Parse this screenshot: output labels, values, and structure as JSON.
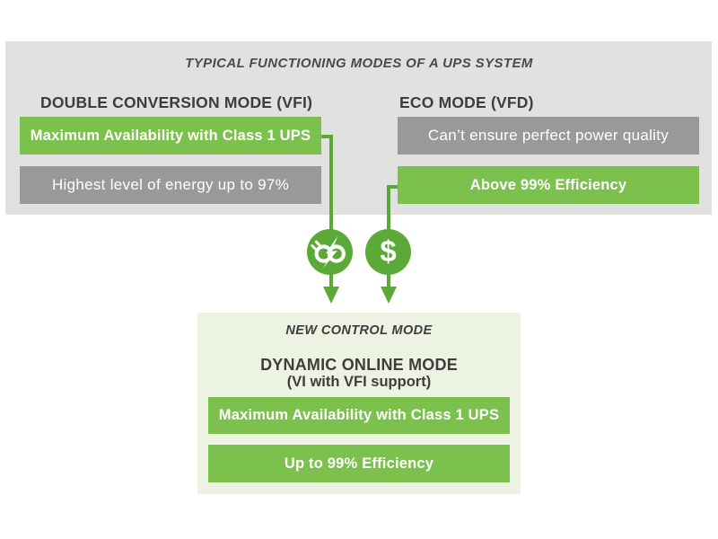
{
  "colors": {
    "bar_green": "#7cc14e",
    "accent_green": "#5baa37",
    "bar_gray": "#97999b",
    "panel_gray": "#e1e1e0",
    "result_bg": "#edf3e2",
    "heading_text": "#3d3d3d"
  },
  "panel": {
    "title": "TYPICAL FUNCTIONING MODES OF A UPS SYSTEM"
  },
  "left_mode": {
    "heading": "DOUBLE CONVERSION MODE (VFI)",
    "bars": [
      {
        "label": "Maximum Availability with Class 1 UPS",
        "style": "green"
      },
      {
        "label": "Highest level of energy up to 97%",
        "style": "gray"
      }
    ]
  },
  "right_mode": {
    "heading": "ECO MODE (VFD)",
    "bars": [
      {
        "label": "Can’t ensure perfect power quality",
        "style": "gray"
      },
      {
        "label": "Above 99% Efficiency",
        "style": "green"
      }
    ]
  },
  "icons": [
    {
      "name": "continuous-power-infinity-plug-icon"
    },
    {
      "name": "dollar-savings-icon",
      "glyph": "$"
    }
  ],
  "result": {
    "kicker": "NEW CONTROL MODE",
    "title": "DYNAMIC ONLINE MODE",
    "subtitle": "(VI with VFI support)",
    "bars": [
      {
        "label": "Maximum Availability with Class 1 UPS"
      },
      {
        "label": "Up to 99% Efficiency"
      }
    ]
  }
}
